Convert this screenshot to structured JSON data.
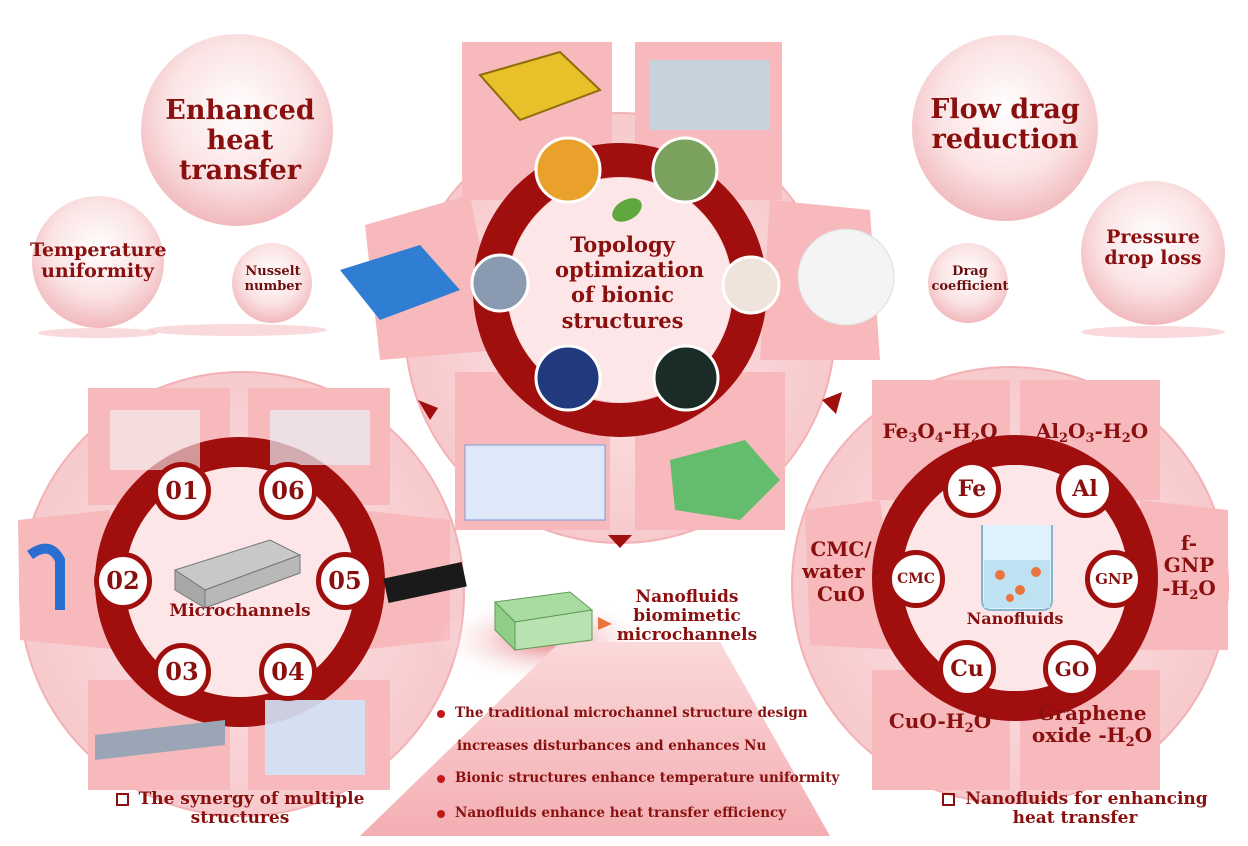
{
  "bubbles": {
    "enhanced": "Enhanced heat transfer",
    "temperature": "Temperature uniformity",
    "nusselt": "Nusselt number",
    "flow_drag": "Flow drag reduction",
    "pressure": "Pressure drop loss",
    "drag_coef": "Drag coefficient"
  },
  "topology": {
    "title": "Topology optimization of bionic structures"
  },
  "microchannels": {
    "title": "Microchannels",
    "numbers": [
      "01",
      "02",
      "03",
      "04",
      "05",
      "06"
    ],
    "caption": "The synergy of multiple structures"
  },
  "nanofluids": {
    "center": "Nanofluids",
    "badges": {
      "fe": "Fe",
      "al": "Al",
      "gnp": "GNP",
      "go": "GO",
      "cu": "Cu",
      "cmc": "CMC"
    },
    "labels": {
      "fe3o4_main": "Fe",
      "fe3o4_sub1": "3",
      "fe3o4_mid": "O",
      "fe3o4_sub2": "4",
      "fe3o4_tail": "-H",
      "fe3o4_sub3": "2",
      "fe3o4_end": "O",
      "al2o3_main": "Al",
      "al2o3_sub1": "2",
      "al2o3_mid": "O",
      "al2o3_sub2": "3",
      "al2o3_tail": "-H",
      "al2o3_sub3": "2",
      "al2o3_end": "O",
      "fgnp_l1": "f-",
      "fgnp_l2": "GNP",
      "fgnp_l3": "-H",
      "fgnp_sub": "2",
      "fgnp_end": "O",
      "graphene_l1": "Graphene",
      "graphene_l2": "oxide -H",
      "graphene_sub": "2",
      "graphene_end": "O",
      "cuo_main": "CuO-H",
      "cuo_sub": "2",
      "cuo_end": "O",
      "cmc_l1": "CMC/",
      "cmc_l2": "water -",
      "cmc_l3": "CuO"
    },
    "caption": "Nanofluids for enhancing heat transfer"
  },
  "center_block": {
    "title": "Nanofluids biomimetic microchannels",
    "bullets": [
      "The traditional microchannel structure design",
      "increases disturbances and enhances Nu",
      "Bionic structures enhance temperature uniformity",
      "Nanofluids enhance heat transfer efficiency"
    ]
  },
  "colors": {
    "dark_red": "#a00e0e",
    "pink": "#f7c5c7",
    "light_pink": "#fbe1e2",
    "text": "#8a1010"
  },
  "icons": [
    "leaf-icon",
    "beaker-icon",
    "arrow-icon",
    "box-icon"
  ]
}
